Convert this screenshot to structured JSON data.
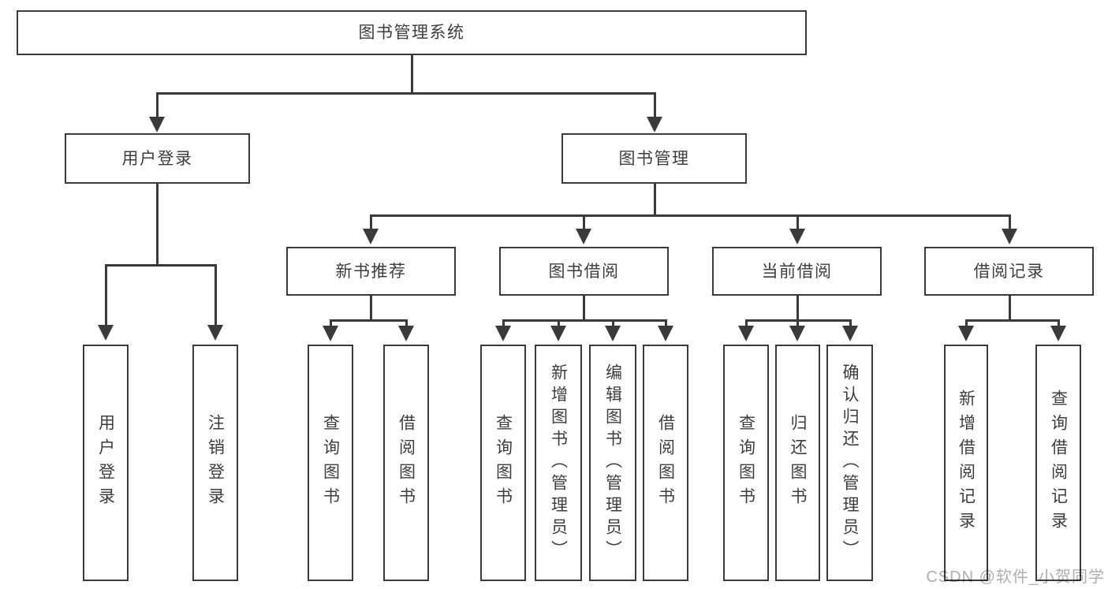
{
  "diagram_title": "图书管理系统",
  "nodes": {
    "root": "图书管理系统",
    "user_login": "用户登录",
    "book_mgmt": "图书管理",
    "new_book_rec": "新书推荐",
    "book_borrow": "图书借阅",
    "current_borrow": "当前借阅",
    "borrow_record": "借阅记录",
    "login_leaf": "用户登录",
    "logout_leaf": "注销登录",
    "rec_query_book": "查询图书",
    "rec_borrow_book": "借阅图书",
    "bb_query_book": "查询图书",
    "bb_add_book": "新增图书（管理员）",
    "bb_edit_book": "编辑图书（管理员）",
    "bb_borrow_book": "借阅图书",
    "cb_query_book": "查询图书",
    "cb_return_book": "归还图书",
    "cb_confirm_return": "确认归还（管理员）",
    "br_add_record": "新增借阅记录",
    "br_query_record": "查询借阅记录"
  },
  "hierarchy": {
    "图书管理系统": [
      "用户登录",
      "图书管理"
    ],
    "用户登录": [
      "用户登录",
      "注销登录"
    ],
    "图书管理": [
      "新书推荐",
      "图书借阅",
      "当前借阅",
      "借阅记录"
    ],
    "新书推荐": [
      "查询图书",
      "借阅图书"
    ],
    "图书借阅": [
      "查询图书",
      "新增图书（管理员）",
      "编辑图书（管理员）",
      "借阅图书"
    ],
    "当前借阅": [
      "查询图书",
      "归还图书",
      "确认归还（管理员）"
    ],
    "借阅记录": [
      "新增借阅记录",
      "查询借阅记录"
    ]
  },
  "watermark": "CSDN @软件_小贺同学",
  "colors": {
    "line": "#3a3a3a",
    "text": "#3d3d3d",
    "background": "#ffffff",
    "watermark": "#aeaeae"
  }
}
